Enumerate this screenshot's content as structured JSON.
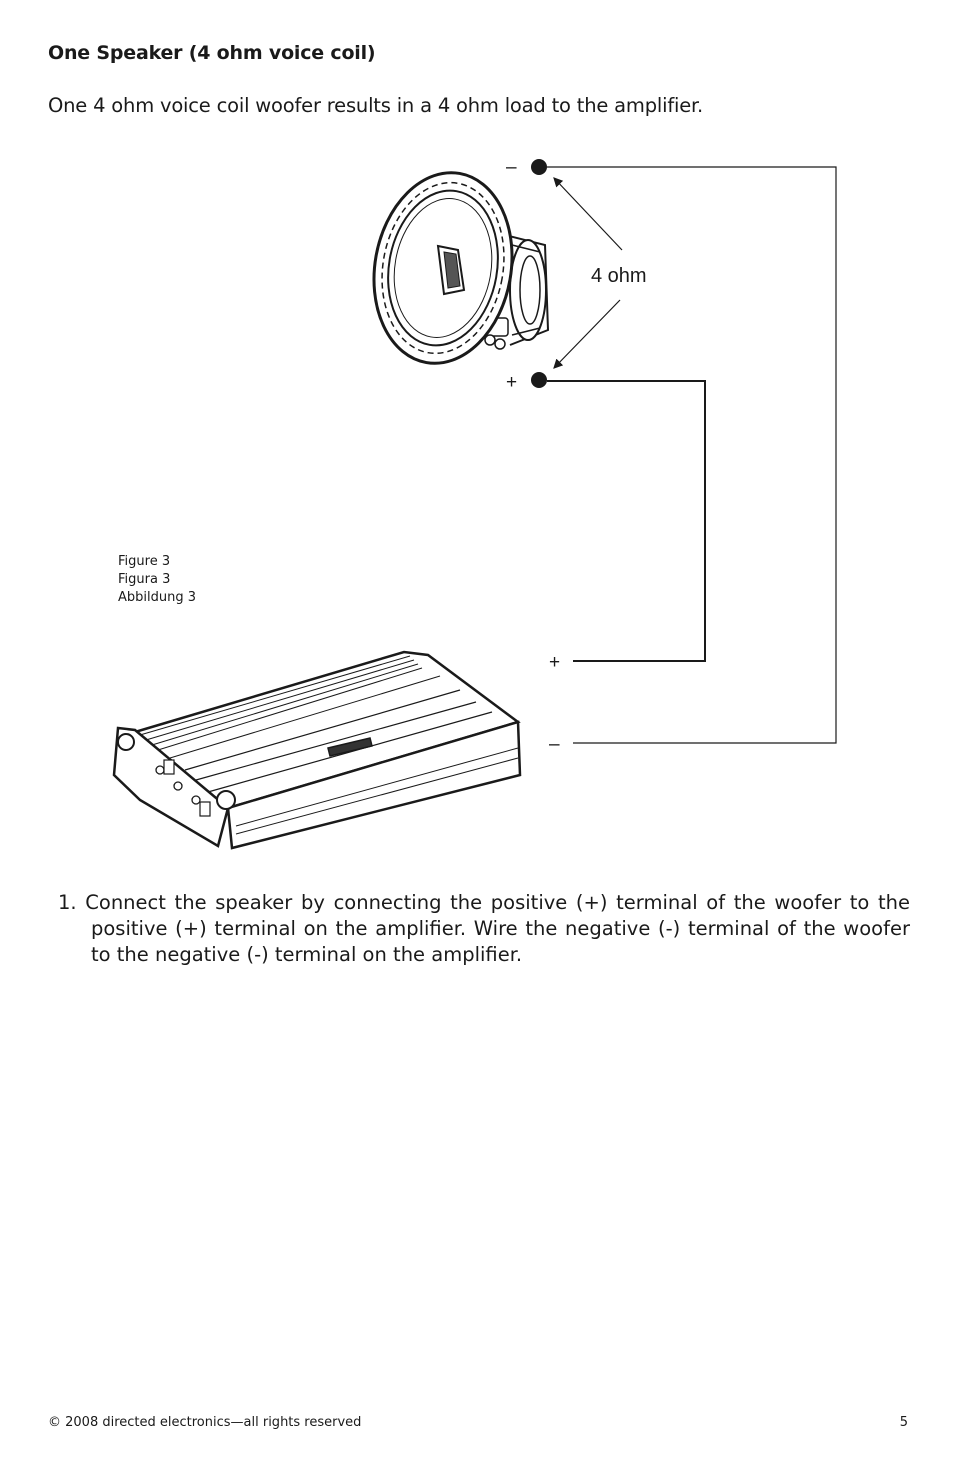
{
  "heading": "One Speaker (4 ohm voice coil)",
  "intro": "One 4 ohm voice coil woofer results in a 4 ohm load to the amplifier.",
  "diagram": {
    "impedance_label": "4 ohm",
    "speaker_negative_symbol": "–",
    "speaker_positive_symbol": "+",
    "amp_positive_symbol": "+",
    "amp_negative_symbol": "–"
  },
  "figure_caption": [
    "Figure 3",
    "Figura 3",
    "Abbildung 3"
  ],
  "steps": [
    "1. Connect the speaker by connecting the positive (+) terminal of the woofer to the positive (+) terminal on the amplifier. Wire the negative (-) terminal of the woofer to the negative (-) terminal on the amplifier."
  ],
  "footer": {
    "copyright": "© 2008 directed electronics—all rights reserved",
    "page_number": "5"
  }
}
